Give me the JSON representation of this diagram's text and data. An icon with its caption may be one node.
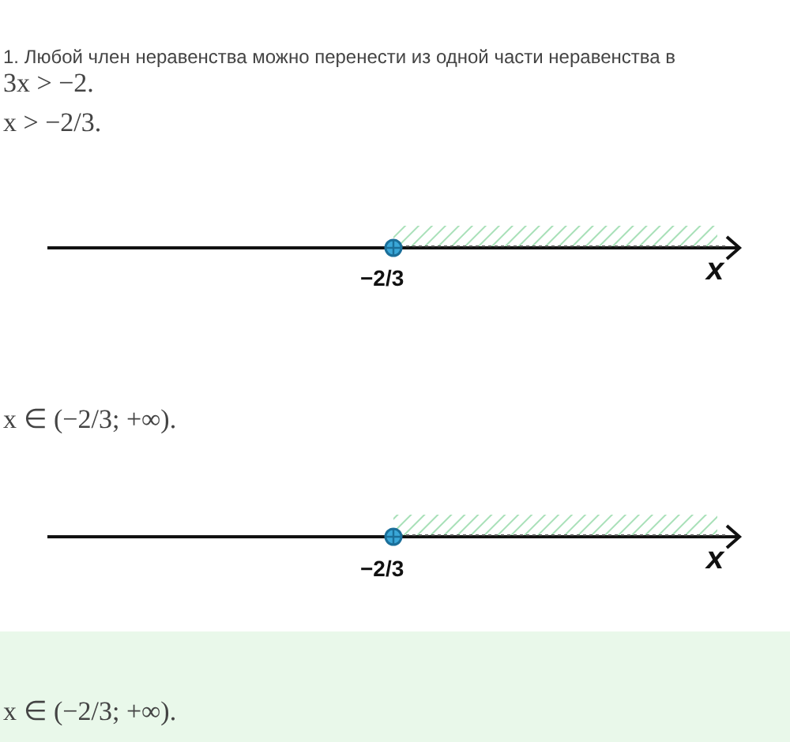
{
  "diagram": {
    "labels": [
      "1. Любой член неравенства можно перенести из одной части неравенства в",
      "3x > −2.",
      "x > −2/3.",
      "−2/3",
      "x",
      "x ∈ (−2/3; +∞).",
      "−2/3",
      "x",
      "x ∈ (−2/3; +∞)."
    ]
  }
}
